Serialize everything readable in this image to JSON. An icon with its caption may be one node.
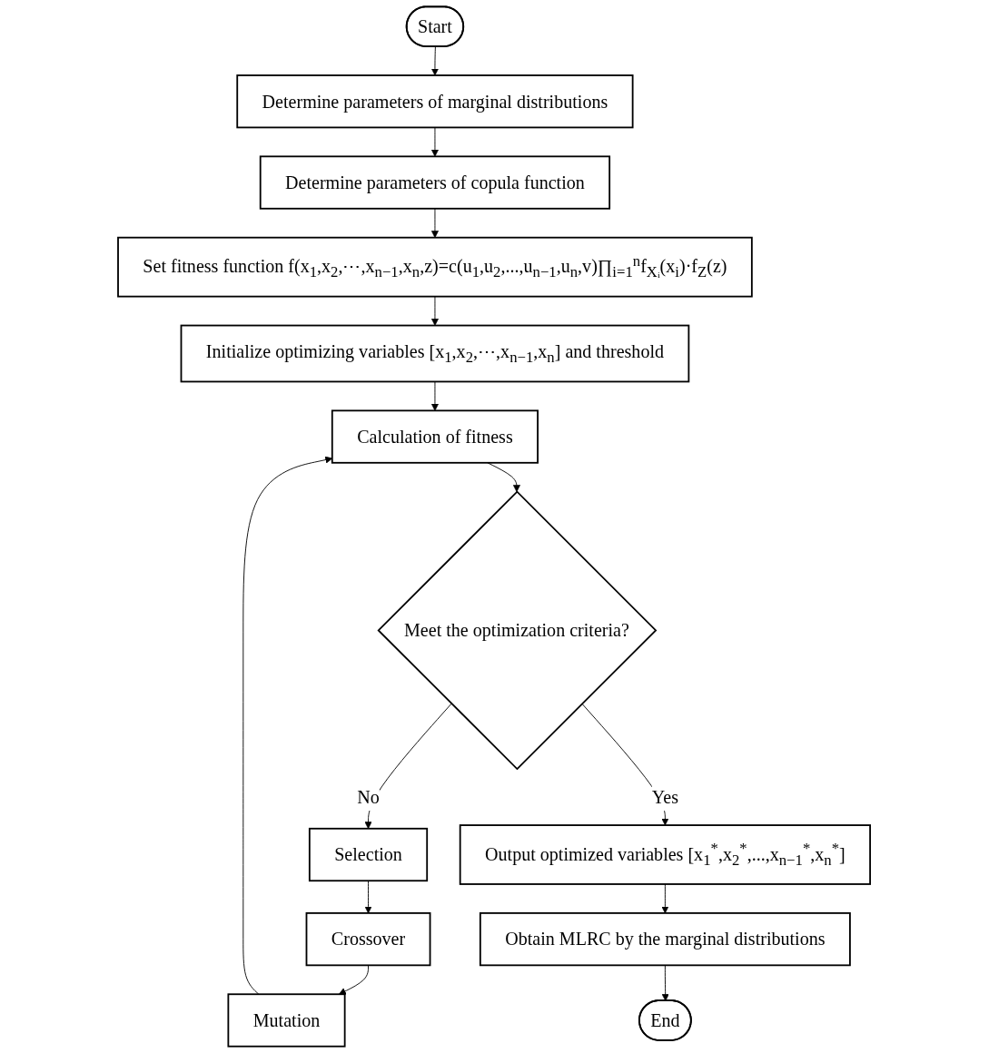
{
  "diagram": {
    "nodes": [
      {
        "text": [
          "Start"
        ]
      },
      {
        "text": [
          "Determine parameters of marginal distributions"
        ]
      },
      {
        "text": [
          "Determine parameters of copula function"
        ]
      },
      {
        "text": [
          "Set fitness function f(x$_{1}$,x$_{2}$,⋯,x$_{n−1}$,x$_{n}$,z)=c(u$_{1}$,u$_{2}$,...,u$_{n−1}$,u$_{n}$,v)∏$_{i=1}$$^{n}$f$_{Xᵢ}$(x$_{i}$)·f$_{Z}$(z)"
        ]
      },
      {
        "text": [
          "Initialize optimizing variables [x$_{1}$,x$_{2}$,⋯,x$_{n−1}$,x$_{n}$] and threshold"
        ]
      },
      {
        "text": [
          "Mutation"
        ]
      },
      {
        "text": [
          "Calculation of fitness"
        ]
      },
      {
        "text": [
          "Crossover"
        ]
      },
      {
        "text": [
          "Selection"
        ]
      },
      {
        "text": [
          "Meet the optimization criteria?"
        ]
      },
      {
        "text": [
          "Output optimized variables [x$_{1}$$^{*}$,x$_{2}$$^{*}$,...,x$_{n−1}$$^{*}$,x$_{n}$$^{*}$]"
        ]
      },
      {
        "text": [
          "Obtain MLRC by the marginal distributions"
        ]
      },
      {
        "text": [
          "End"
        ]
      }
    ],
    "edges": [
      {
        "from": 0,
        "to": 1,
        "arrow": "to"
      },
      {
        "from": 1,
        "to": 2,
        "arrow": "to"
      },
      {
        "from": 2,
        "to": 3,
        "arrow": "to"
      },
      {
        "from": 3,
        "to": 4,
        "arrow": "to"
      },
      {
        "from": 4,
        "to": 6,
        "arrow": "to"
      },
      {
        "from": 6,
        "to": 9,
        "arrow": "to"
      },
      {
        "from": 9,
        "to": 8,
        "arrow": "to",
        "label": "No"
      },
      {
        "from": 8,
        "to": 7,
        "arrow": "to"
      },
      {
        "from": 7,
        "to": 5,
        "arrow": "to"
      },
      {
        "from": 5,
        "to": 6,
        "arrow": "to"
      },
      {
        "from": 9,
        "to": 10,
        "arrow": "to",
        "label": "Yes"
      },
      {
        "from": 10,
        "to": 11,
        "arrow": "to"
      },
      {
        "from": 11,
        "to": 12,
        "arrow": "to"
      }
    ]
  }
}
